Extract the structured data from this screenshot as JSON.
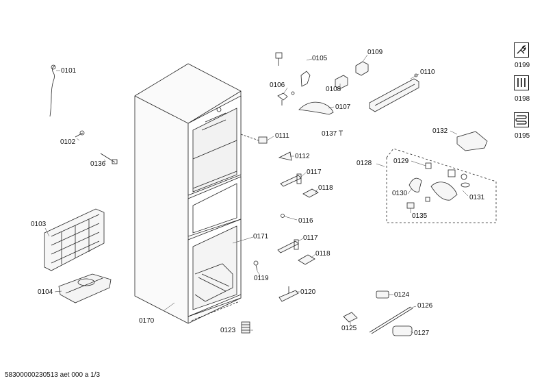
{
  "labels": {
    "p0101": "0101",
    "p0102": "0102",
    "p0103": "0103",
    "p0104": "0104",
    "p0105": "0105",
    "p0106": "0106",
    "p0107": "0107",
    "p0108": "0108",
    "p0109": "0109",
    "p0110": "0110",
    "p0111": "0111",
    "p0112": "0112",
    "p0116": "0116",
    "p0117a": "0117",
    "p0117b": "0117",
    "p0118a": "0118",
    "p0118b": "0118",
    "p0119": "0119",
    "p0120": "0120",
    "p0123": "0123",
    "p0124": "0124",
    "p0125": "0125",
    "p0126": "0126",
    "p0127": "0127",
    "p0128": "0128",
    "p0129": "0129",
    "p0130": "0130",
    "p0131": "0131",
    "p0132": "0132",
    "p0135": "0135",
    "p0136": "0136",
    "p0137": "0137",
    "p0170": "0170",
    "p0171": "0171"
  },
  "side_icons": {
    "i0199": {
      "label": "0199",
      "icon": "wrench-screwdriver-icon"
    },
    "i0198": {
      "label": "0198",
      "icon": "tools-icon"
    },
    "i0195": {
      "label": "0195",
      "icon": "coil-icon"
    }
  },
  "footer": "58300000230513 aet 000 a 1/3"
}
